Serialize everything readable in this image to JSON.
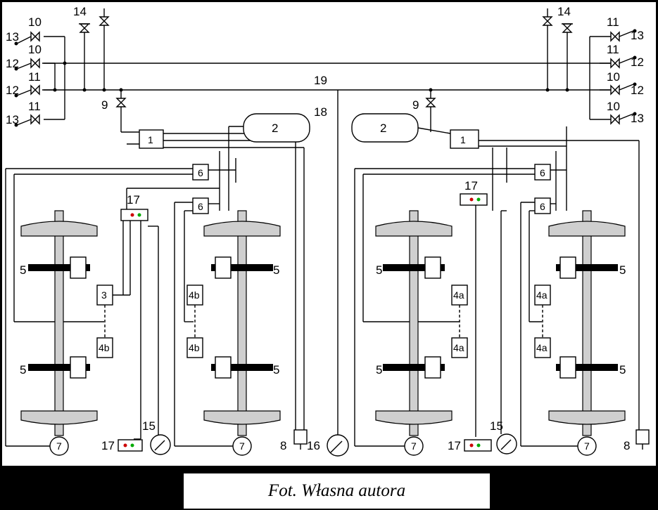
{
  "caption": "Fot. Własna autora",
  "labels": {
    "n1": "1",
    "n2": "2",
    "n3": "3",
    "n4a": "4a",
    "n4b": "4b",
    "n5": "5",
    "n6": "6",
    "n7": "7",
    "n8": "8",
    "n9": "9",
    "n10": "10",
    "n11": "11",
    "n12": "12",
    "n13": "13",
    "n14": "14",
    "n15": "15",
    "n16": "16",
    "n17": "17",
    "n18": "18",
    "n19": "19"
  }
}
